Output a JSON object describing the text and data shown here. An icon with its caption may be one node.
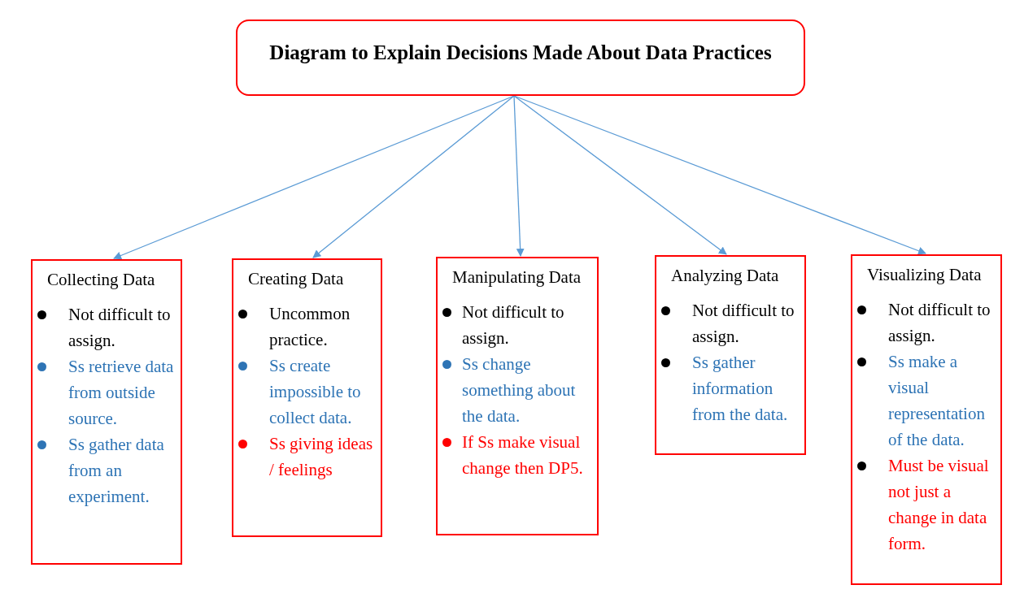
{
  "diagram": {
    "nodes": [
      {
        "text": [
          "Diagram to Explain Decisions Made About Data Practices"
        ]
      },
      {
        "text": [
          "Collecting Data",
          "Not difficult to assign.",
          "Ss retrieve data from outside source.",
          "Ss gather data from an experiment."
        ]
      },
      {
        "text": [
          "Creating Data",
          "Uncommon practice.",
          "Ss create impossible to collect data.",
          "Ss giving ideas / feelings"
        ]
      },
      {
        "text": [
          "Manipulating Data",
          "Not difficult to assign.",
          "Ss change something about the data.",
          "If Ss make visual change then DP5."
        ]
      },
      {
        "text": [
          "Analyzing Data",
          "Not difficult to assign.",
          "Ss gather information from the data."
        ]
      },
      {
        "text": [
          "Visualizing Data",
          "Not difficult to assign.",
          "Ss make a visual representation of the data.",
          "Must be visual not just a change in data form."
        ]
      }
    ],
    "edges": [
      {
        "from": 0,
        "to": 1,
        "arrow": "to"
      },
      {
        "from": 0,
        "to": 2,
        "arrow": "to"
      },
      {
        "from": 0,
        "to": 3,
        "arrow": "to"
      },
      {
        "from": 0,
        "to": 4,
        "arrow": "to"
      },
      {
        "from": 0,
        "to": 5,
        "arrow": "to"
      }
    ]
  }
}
